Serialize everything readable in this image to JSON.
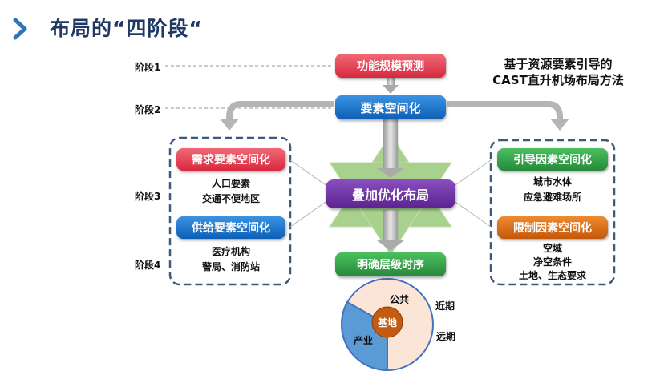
{
  "title": "布局的“四阶段“",
  "stages": [
    "阶段1",
    "阶段2",
    "阶段3",
    "阶段4"
  ],
  "right_title": {
    "line1": "基于资源要素引导的",
    "line2": "CAST直升机场布局方法"
  },
  "boxes": {
    "function_forecast": "功能规模预测",
    "element_spatial": "要素空间化",
    "overlay_optimize": "叠加优化布局",
    "clarify_sequence": "明确层级时序",
    "demand": "需求要素空间化",
    "supply": "供给要素空间化",
    "guide": "引导因素空间化",
    "limit": "限制因素空间化"
  },
  "demand_items": [
    "人口要素",
    "交通不便地区"
  ],
  "supply_items": [
    "医疗机构",
    "警局、消防站"
  ],
  "guide_items": [
    "城市水体",
    "应急避难场所"
  ],
  "limit_items": [
    "空域",
    "净空条件",
    "土地、生态要求"
  ],
  "pie": {
    "center": "基地",
    "public": "公共",
    "industry": "产业",
    "near": "近期",
    "far": "远期"
  },
  "colors": {
    "title": "#1f3864",
    "red": "#e03a4e",
    "blue": "#1672c8",
    "purple": "#6a2e9e",
    "green": "#2f9e44",
    "orange": "#d2620f",
    "dashed_border": "#3d5a7a",
    "star": "#a9d18e",
    "pie_peach": "#fbe5d6",
    "pie_blue": "#5b9bd5"
  }
}
